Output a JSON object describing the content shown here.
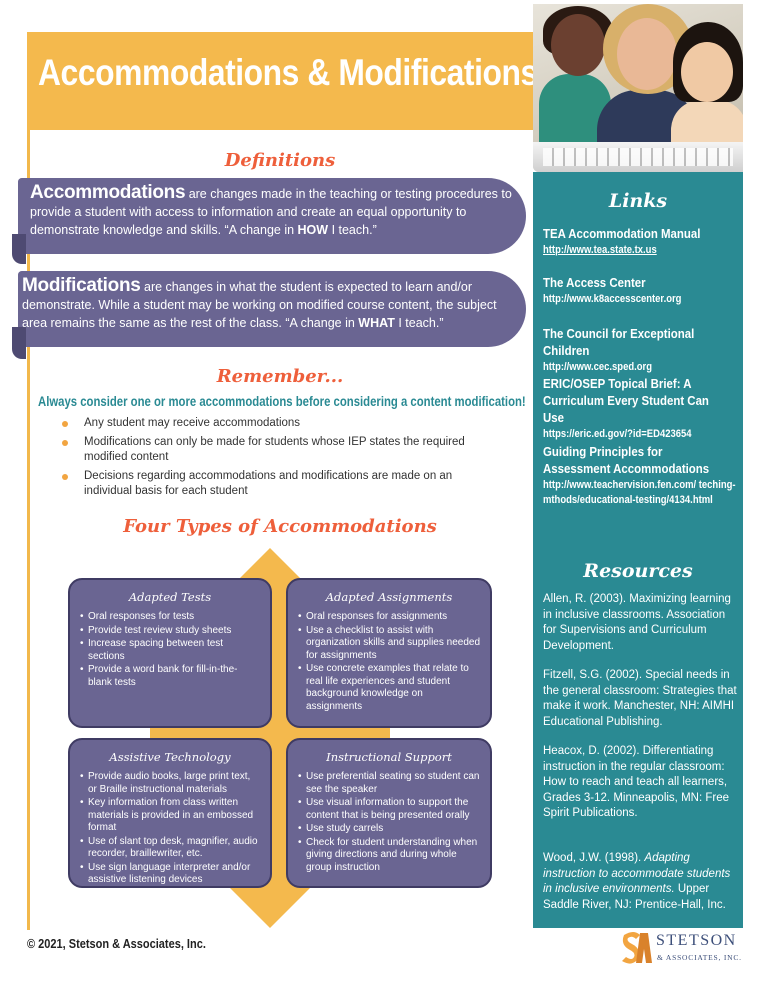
{
  "header": {
    "title": "Accommodations & Modifications"
  },
  "definitions": {
    "heading": "Definitions",
    "accommodations": {
      "term": "Accommodations",
      "text_before": " are changes made in the teaching or testing procedures to provide a student with access to information and create an equal opportunity to demonstrate knowledge and skills. “A change in ",
      "emphasis": "HOW",
      "text_after": " I teach.”"
    },
    "modifications": {
      "term": "Modifications",
      "text_before": " are changes in what the student is expected to learn and/or demonstrate. While a student may be working on modified course content, the subject area remains the same as the rest of the class. “A change in ",
      "emphasis": "WHAT",
      "text_after": " I teach.”"
    }
  },
  "remember": {
    "heading": "Remember...",
    "subheading": "Always consider one or more accommodations before considering a content modification!",
    "bullets": [
      "Any student may receive accommodations",
      "Modifications can only be made for students whose IEP states the required modified content",
      "Decisions regarding accommodations and modifications are made on an individual basis for each student"
    ]
  },
  "four_types": {
    "heading": "Four Types of Accommodations",
    "cards": [
      {
        "title": "Adapted Tests",
        "items": [
          "Oral responses for tests",
          "Provide test review study sheets",
          "Increase spacing between test sections",
          "Provide a word bank for fill-in-the-blank tests"
        ]
      },
      {
        "title": "Adapted Assignments",
        "items": [
          "Oral responses for assignments",
          "Use a checklist to assist with organization skills and supplies needed for assignments",
          "Use concrete examples that relate to real life experiences and student background knowledge on assignments"
        ]
      },
      {
        "title": "Assistive Technology",
        "items": [
          "Provide audio books, large print text, or Braille instructional materials",
          "Key information from class written materials is provided in an embossed format",
          "Use of slant top desk, magnifier, audio recorder, braillewriter,  etc.",
          "Use sign language interpreter and/or assistive listening devices"
        ]
      },
      {
        "title": "Instructional Support",
        "items": [
          "Use preferential seating so student can see the speaker",
          "Use visual information to support the content that is being presented orally",
          "Use study carrels",
          "Check for student understanding when giving directions and during whole group instruction"
        ]
      }
    ]
  },
  "links": {
    "heading": "Links",
    "items": [
      {
        "title": "TEA Accommodation Manual",
        "url": "http://www.tea.state.tx.us"
      },
      {
        "title": "The Access Center",
        "url": "http://www.k8accesscenter.org"
      },
      {
        "title": "The Council for Exceptional Children",
        "url": "http://www.cec.sped.org"
      },
      {
        "title": "ERIC/OSEP Topical Brief: A Curriculum Every Student Can Use",
        "url": "https://eric.ed.gov/?id=ED423654"
      },
      {
        "title": "Guiding Principles for Assessment Accommodations",
        "url": "http://www.teachervision.fen.com/ teching-mthods/educational-testing/4134.html"
      }
    ]
  },
  "resources": {
    "heading": "Resources",
    "items": [
      "Allen, R. (2003). Maximizing learning in inclusive classrooms. Association for Supervisions and Curriculum Development.",
      "Fitzell, S.G. (2002). Special needs in the general classroom: Strategies that make it work. Manchester, NH: AIMHI Educational Publishing.",
      "Heacox, D. (2002). Differentiating instruction in the regular classroom: How to reach and teach all learners, Grades 3-12. Minneapolis, MN: Free Spirit Publications."
    ],
    "last": {
      "prefix": "Wood, J.W. (1998). ",
      "italic": "Adapting instruction to accommodate students in inclusive environments.",
      "suffix": " Upper Saddle River, NJ: Prentice-Hall, Inc."
    }
  },
  "footer": {
    "copyright": "© 2021, Stetson & Associates, Inc.",
    "logo_name": "STETSON",
    "logo_sub": "& ASSOCIATES, INC."
  },
  "colors": {
    "gold": "#f4b94d",
    "teal": "#2a8a93",
    "purple": "#6a6592",
    "coral": "#ee5f3b"
  }
}
